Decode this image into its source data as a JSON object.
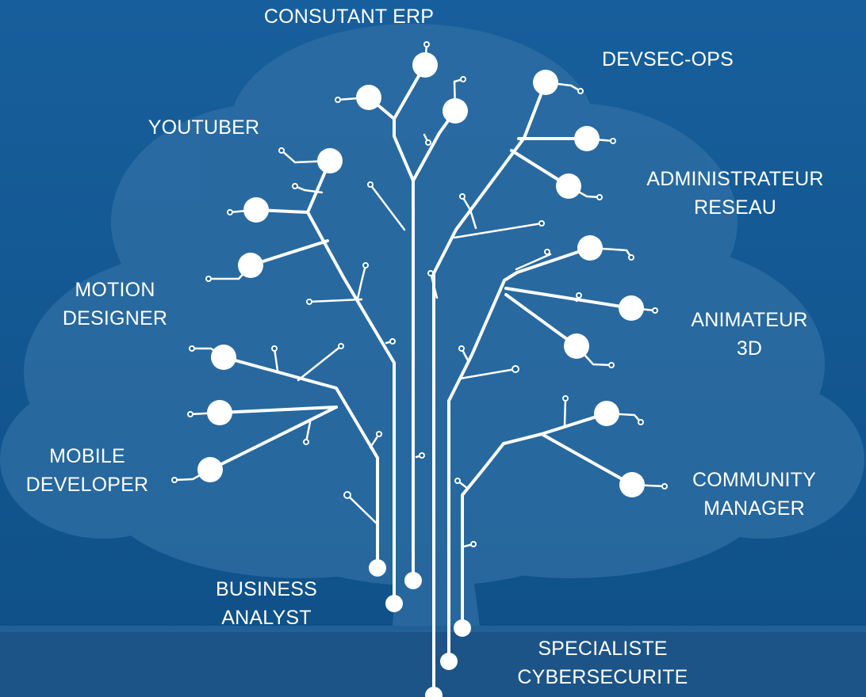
{
  "colors": {
    "background_top": "#175f9c",
    "background_bottom": "#0f4f86",
    "tree_silhouette": "#2f6fa4",
    "ground": "#1d5488",
    "circuit": "#ffffff"
  },
  "careers": [
    {
      "id": "consultant-erp",
      "lines": [
        "CONSUTANT ERP"
      ]
    },
    {
      "id": "devsec-ops",
      "lines": [
        "DEVSEC-OPS"
      ]
    },
    {
      "id": "youtuber",
      "lines": [
        "YOUTUBER"
      ]
    },
    {
      "id": "administrateur-reseau",
      "lines": [
        "ADMINISTRATEUR",
        "RESEAU"
      ]
    },
    {
      "id": "motion-designer",
      "lines": [
        "MOTION",
        "DESIGNER"
      ]
    },
    {
      "id": "animateur-3d",
      "lines": [
        "ANIMATEUR",
        "3D"
      ]
    },
    {
      "id": "mobile-developer",
      "lines": [
        "MOBILE",
        "DEVELOPER"
      ]
    },
    {
      "id": "community-manager",
      "lines": [
        "COMMUNITY",
        "MANAGER"
      ]
    },
    {
      "id": "business-analyst",
      "lines": [
        "BUSINESS",
        "ANALYST"
      ]
    },
    {
      "id": "specialiste-cybersecurite",
      "lines": [
        "SPECIALISTE",
        "CYBERSECURITE"
      ]
    }
  ]
}
